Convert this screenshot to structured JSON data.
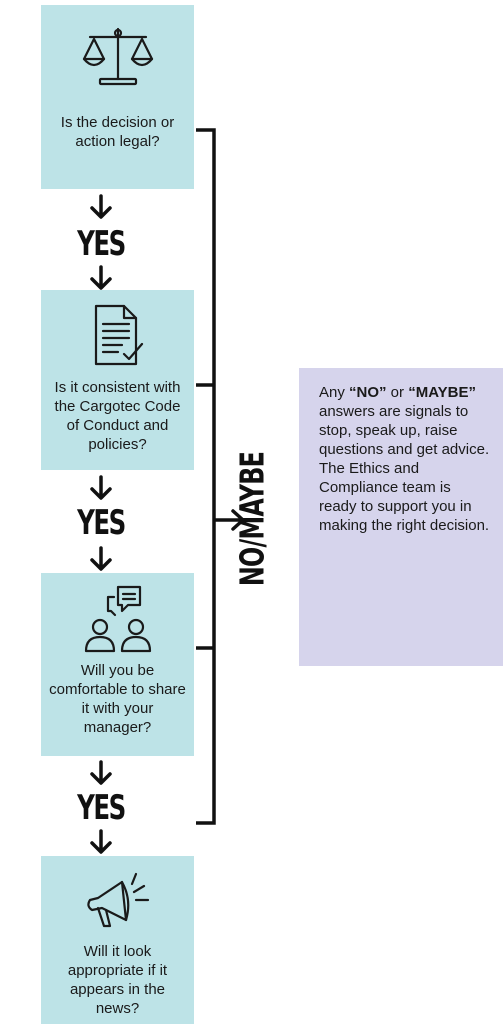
{
  "steps": [
    {
      "question": "Is the decision or action legal?",
      "icon": "scales-icon"
    },
    {
      "question": "Is it consistent with the Cargotec Code of Conduct and policies?",
      "icon": "document-check-icon"
    },
    {
      "question": "Will you be comfortable to share it with your manager?",
      "icon": "conversation-icon"
    },
    {
      "question": "Will it look appropriate if it appears in the news?",
      "icon": "megaphone-icon"
    }
  ],
  "connectors": {
    "yes_label": "YES"
  },
  "branch": {
    "label": "NO/MAYBE"
  },
  "info": {
    "prefix": "Any ",
    "no": "“NO”",
    "or": " or ",
    "maybe": "“MAYBE”",
    "rest": " answers are signals to stop, speak up, raise questions and get advice. The Ethics and Compliance team is ready to support you in making the right decision."
  },
  "colors": {
    "step_bg": "#bde3e7",
    "info_bg": "#d6d4ec"
  }
}
